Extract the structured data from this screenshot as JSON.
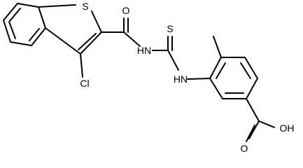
{
  "molecule": {
    "atom_labels": {
      "sulfur_ring": "S",
      "carbonyl_oxygen": "O",
      "amide_nh": "HN",
      "thione_sulfur": "S",
      "thiourea_nh": "HN",
      "chlorine": "Cl",
      "acid_carbonyl_oxygen": "O",
      "hydroxyl": "OH"
    }
  }
}
